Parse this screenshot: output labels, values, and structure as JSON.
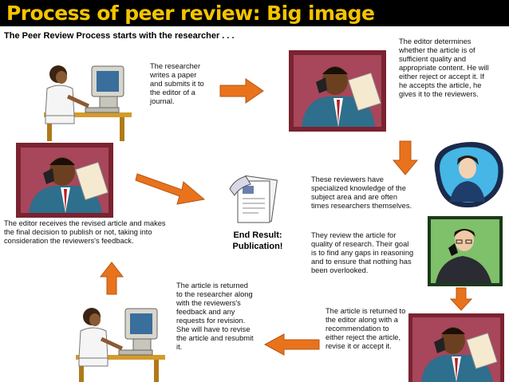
{
  "title": "Process of peer review: Big image",
  "heading": "The Peer Review Process starts with the researcher . . .",
  "steps": {
    "researcher_writes": "The researcher writes a paper and submits it to the editor of a journal.",
    "editor_determines": "The editor determines whether the article is of sufficient quality and appropriate content. He will either reject or accept it. If he accepts the article, he gives it to the reviewers.",
    "reviewers_knowledge": "These reviewers have specialized knowledge of the subject area and are often times researchers themselves.",
    "reviewers_review": "They review the article for quality of research. Their goal is to find any gaps in reasoning and to ensure that nothing has been overlooked.",
    "returned_to_editor": "The article is returned to the editor along with a recommendation to either reject the article, revise it or accept it.",
    "returned_to_researcher": "The article is returned to the researcher along with the reviewers's feedback and any requests for revision. She will have to revise the article and resubmit it.",
    "editor_final": "The editor receives the revised article and makes the final decision to publish or not, taking into consideration the reviewers's feedback."
  },
  "end_result": "End Result: Publication!",
  "colors": {
    "title": "#f5c400",
    "arrow": "#e8731c",
    "frame": "#7a2331",
    "frame_inner": "#a8465b"
  }
}
